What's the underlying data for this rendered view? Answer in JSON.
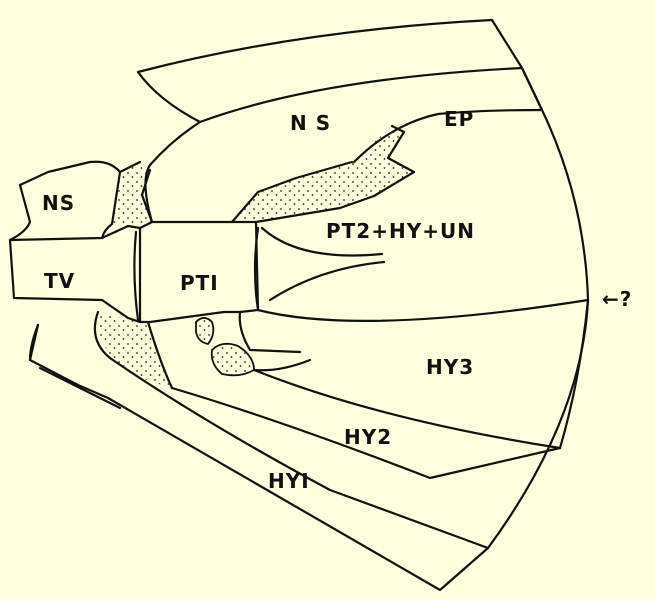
{
  "diagram": {
    "background_color": "#ffffdf",
    "line_color": "#111111",
    "labels": {
      "ns_upper": "N S",
      "ep": "EP",
      "ns_left": "NS",
      "pt2_hy_un": "PT2+HY+UN",
      "tv": "TV",
      "pt1": "PTI",
      "hy3": "HY3",
      "hy2": "HY2",
      "hy1": "HYI",
      "arrow_mark": "←?"
    }
  }
}
